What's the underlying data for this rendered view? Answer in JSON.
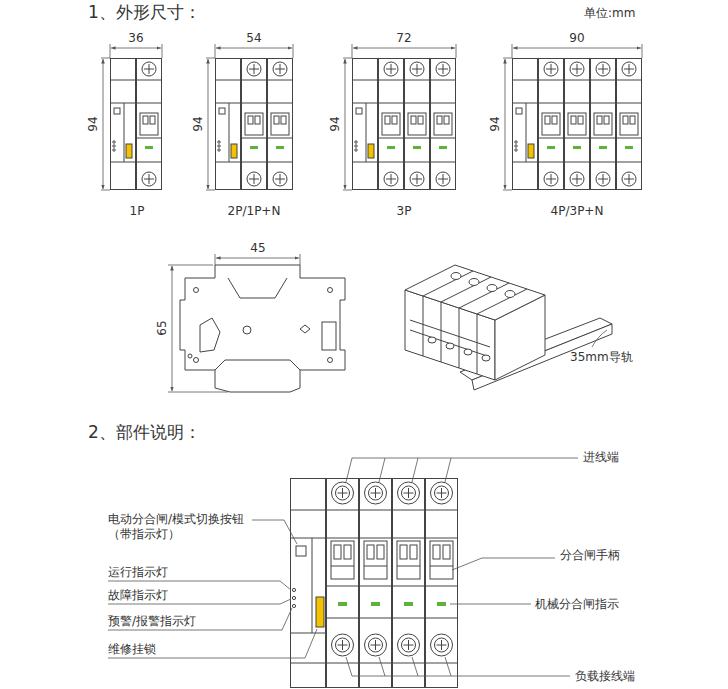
{
  "diagram": {
    "labels": [
      "1、外形尺寸：",
      "单位:mm",
      "36",
      "94",
      "1P",
      "54",
      "94",
      "2P/1P+N",
      "72",
      "94",
      "3P",
      "90",
      "94",
      "4P/3P+N",
      "45",
      "65",
      "35mm导轨",
      "2、部件说明：",
      "进线端",
      "电动分合闸/模式切换按钮 （带指示灯）",
      "运行指示灯",
      "分合闸手柄",
      "故障指示灯",
      "机械分合闸指示",
      "预警/报警指示灯",
      "维修挂锁",
      "负载接线端"
    ]
  }
}
